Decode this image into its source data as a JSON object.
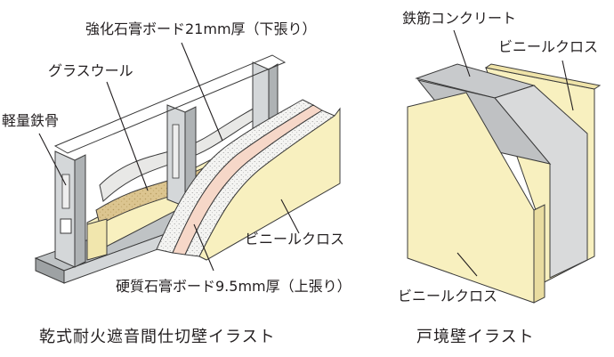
{
  "left_figure": {
    "labels": {
      "steel_frame": "軽量鉄骨",
      "glass_wool": "グラスウール",
      "gypsum_21": "強化石膏ボード21mm厚（下張り）",
      "vinyl_cloth": "ビニールクロス",
      "gypsum_9_5": "硬質石膏ボード9.5mm厚（上張り）"
    },
    "caption": "乾式耐火遮音間仕切壁イラスト"
  },
  "right_figure": {
    "labels": {
      "concrete": "鉄筋コンクリート",
      "vinyl_cloth_top": "ビニールクロス",
      "vinyl_cloth_front": "ビニールクロス"
    },
    "caption": "戸境壁イラスト"
  },
  "colors": {
    "cream": "#f8f0bf",
    "cream_edge": "#e9dca0",
    "concrete": "#d7d8d9",
    "concrete_dark": "#b9bbbd",
    "gypsum_white": "#f2f2f0",
    "gypsum_pink": "#f6d7c8",
    "wool_tan": "#d8c08a",
    "steel": "#c9ccce",
    "outline": "#3a3a3a"
  }
}
